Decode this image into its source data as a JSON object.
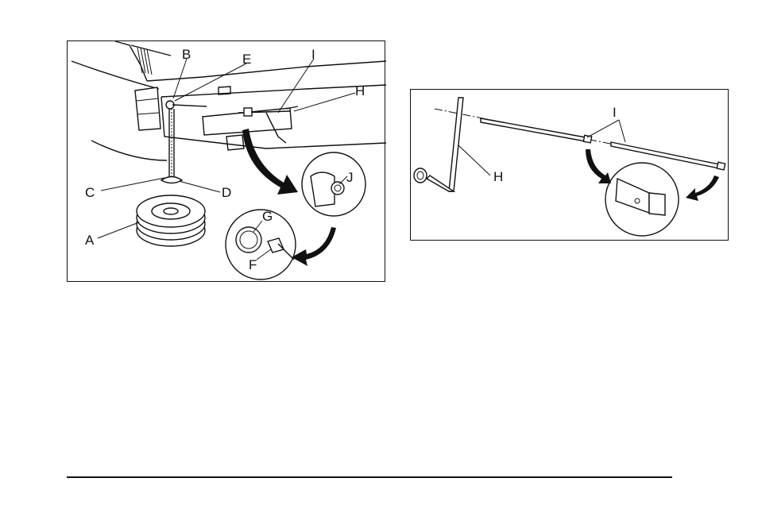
{
  "figure_left": {
    "labels": {
      "A": "A",
      "B": "B",
      "C": "C",
      "D": "D",
      "E": "E",
      "F": "F",
      "G": "G",
      "H": "H",
      "I": "I",
      "J": "J"
    }
  },
  "figure_right": {
    "labels": {
      "H": "H",
      "I": "I"
    }
  }
}
